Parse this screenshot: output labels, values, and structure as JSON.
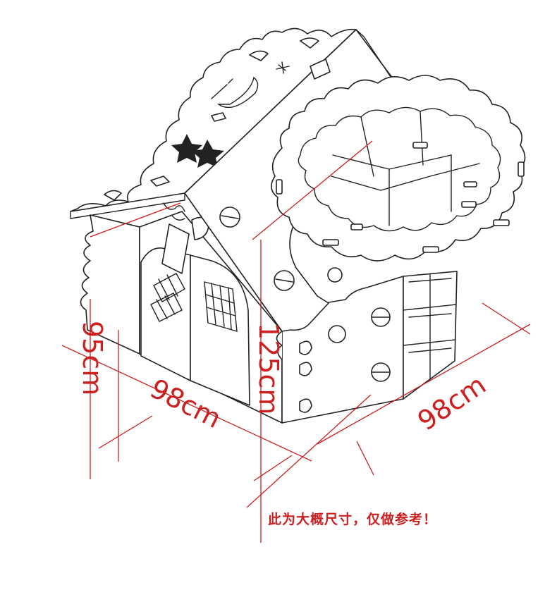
{
  "dimensions": {
    "height_left": "95cm",
    "width_front": "98cm",
    "height_center": "125cm",
    "depth_side": "98cm"
  },
  "note": "此为大概尺寸，仅做参考！",
  "colors": {
    "outline": "#222222",
    "dimension": "#cc1f1f",
    "background": "#ffffff"
  }
}
